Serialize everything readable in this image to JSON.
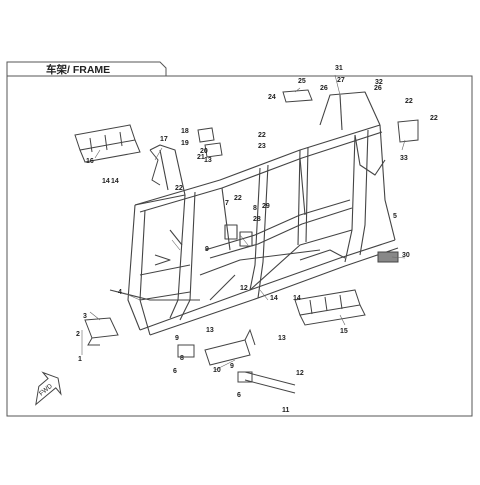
{
  "title": "车架/ FRAME",
  "direction_label": "FWD",
  "callouts": [
    {
      "id": "c1",
      "text": "1"
    },
    {
      "id": "c2",
      "text": "2"
    },
    {
      "id": "c3",
      "text": "3"
    },
    {
      "id": "c4",
      "text": "4"
    },
    {
      "id": "c5",
      "text": "5"
    },
    {
      "id": "c6",
      "text": "6"
    },
    {
      "id": "c6b",
      "text": "6"
    },
    {
      "id": "c7",
      "text": "7"
    },
    {
      "id": "c8",
      "text": "8"
    },
    {
      "id": "c8b",
      "text": "8"
    },
    {
      "id": "c9",
      "text": "9"
    },
    {
      "id": "c9b",
      "text": "9"
    },
    {
      "id": "c9c",
      "text": "9"
    },
    {
      "id": "c10",
      "text": "10"
    },
    {
      "id": "c11",
      "text": "11"
    },
    {
      "id": "c12",
      "text": "12"
    },
    {
      "id": "c12b",
      "text": "12"
    },
    {
      "id": "c13",
      "text": "13"
    },
    {
      "id": "c13b",
      "text": "13"
    },
    {
      "id": "c13c",
      "text": "13"
    },
    {
      "id": "c14",
      "text": "14"
    },
    {
      "id": "c14b",
      "text": "14"
    },
    {
      "id": "c14c",
      "text": "14"
    },
    {
      "id": "c14d",
      "text": "14"
    },
    {
      "id": "c15",
      "text": "15"
    },
    {
      "id": "c16",
      "text": "16"
    },
    {
      "id": "c17",
      "text": "17"
    },
    {
      "id": "c18",
      "text": "18"
    },
    {
      "id": "c19",
      "text": "19"
    },
    {
      "id": "c20",
      "text": "20"
    },
    {
      "id": "c21",
      "text": "21"
    },
    {
      "id": "c22",
      "text": "22"
    },
    {
      "id": "c22b",
      "text": "22"
    },
    {
      "id": "c22c",
      "text": "22"
    },
    {
      "id": "c22d",
      "text": "22"
    },
    {
      "id": "c22e",
      "text": "22"
    },
    {
      "id": "c23",
      "text": "23"
    },
    {
      "id": "c24",
      "text": "24"
    },
    {
      "id": "c25",
      "text": "25"
    },
    {
      "id": "c26",
      "text": "26"
    },
    {
      "id": "c26b",
      "text": "26"
    },
    {
      "id": "c27",
      "text": "27"
    },
    {
      "id": "c28",
      "text": "28"
    },
    {
      "id": "c29",
      "text": "29"
    },
    {
      "id": "c30",
      "text": "30"
    },
    {
      "id": "c31",
      "text": "31"
    },
    {
      "id": "c32",
      "text": "32"
    },
    {
      "id": "c33",
      "text": "33"
    }
  ],
  "colors": {
    "line": "#444444",
    "border": "#555555",
    "text": "#222222"
  }
}
